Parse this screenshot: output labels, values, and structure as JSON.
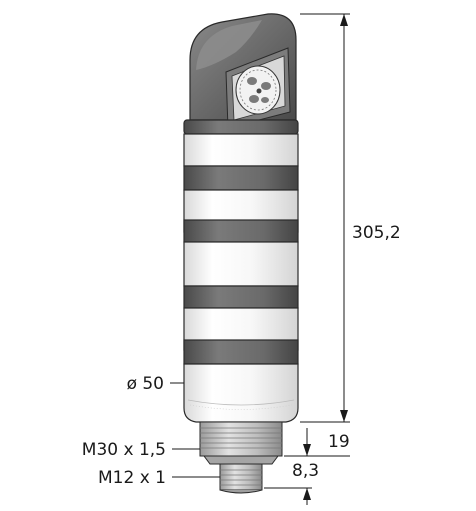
{
  "dimensions": {
    "total_height": "305,2",
    "diameter": "ø 50",
    "thread_size": "M30 x 1,5",
    "connector_thread": "M12 x 1",
    "base_height": "19",
    "connector_height": "8,3"
  },
  "colors": {
    "body_dark": "#5f5f5f",
    "body_light": "#f6f6f6",
    "outline": "#2a2a2a",
    "line": "#1a1a1a"
  }
}
